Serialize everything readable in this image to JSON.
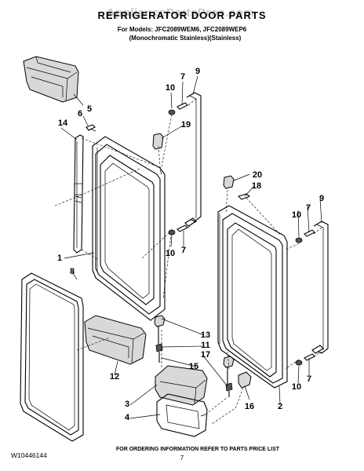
{
  "watermark": "AppliancePartsPros.com",
  "title": "REFRIGERATOR DOOR PARTS",
  "models_line": "For Models: JFC2089WEM6, JFC2089WEP6",
  "finish_line": "(Monochromatic Stainless)(Stainless)",
  "callouts": {
    "c5": "5",
    "c14": "14",
    "c6": "6",
    "c10a": "10",
    "c7a": "7",
    "c9a": "9",
    "c19": "19",
    "c10b": "10",
    "c7b": "7",
    "c20": "20",
    "c18": "18",
    "c10c": "10",
    "c7c": "7",
    "c9b": "9",
    "c1": "1",
    "c8": "8",
    "c13": "13",
    "c11": "11",
    "c17": "17",
    "c15": "15",
    "c12": "12",
    "c3": "3",
    "c4": "4",
    "c16": "16",
    "c2": "2",
    "c10d": "10",
    "c7d": "7"
  },
  "footer": {
    "order_info": "FOR ORDERING INFORMATION REFER TO PARTS PRICE LIST",
    "doc_number": "W10446144",
    "page_number": "7"
  }
}
